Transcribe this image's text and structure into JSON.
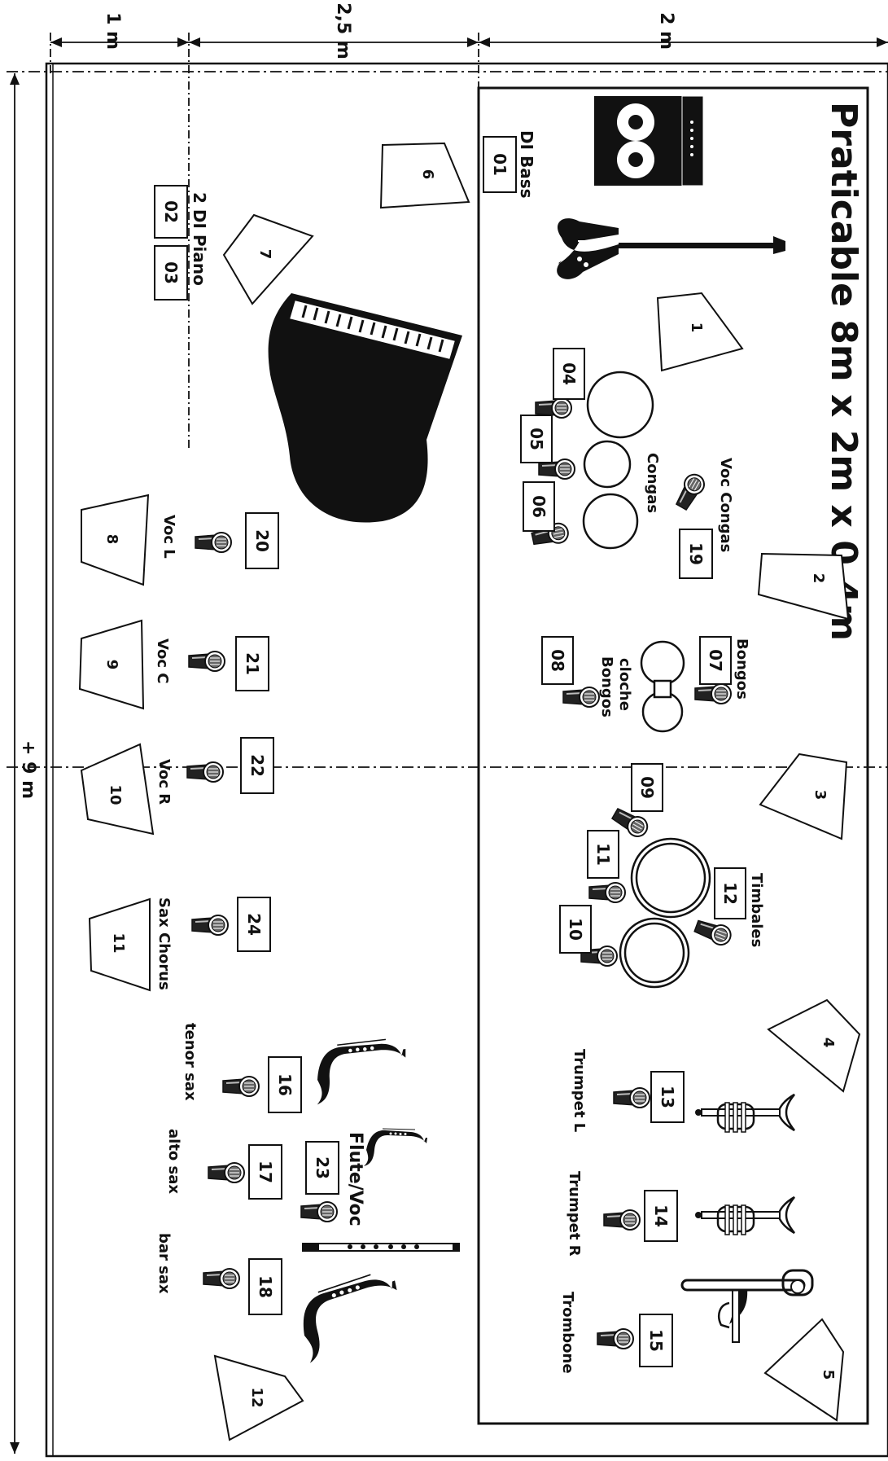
{
  "title": "Praticable 8m x 2m x 0,4m",
  "dimensions": {
    "top": [
      "1 m",
      "2,5 m",
      "2 m"
    ],
    "side": "+ 9 m"
  },
  "monitors": [
    "1",
    "2",
    "3",
    "4",
    "5",
    "6",
    "7",
    "8",
    "9",
    "10",
    "11",
    "12"
  ],
  "inputs": {
    "di_bass": "01",
    "di_piano_1": "02",
    "di_piano_2": "03",
    "congas_1": "04",
    "congas_2": "05",
    "congas_3": "06",
    "bongos_hi": "07",
    "bongos_lo": "08",
    "timbales_1": "09",
    "timbales_2": "10",
    "timbales_3": "11",
    "timbales_4": "12",
    "trumpet_l": "13",
    "trumpet_r": "14",
    "trombone": "15",
    "tenor_sax": "16",
    "alto_sax": "17",
    "bar_sax": "18",
    "voc_congas": "19",
    "voc_l": "20",
    "voc_c": "21",
    "voc_r": "22",
    "flute_voc": "23",
    "sax_chorus": "24"
  },
  "labels": {
    "di_bass": "DI Bass",
    "di_piano": "2 DI Piano",
    "congas": "Congas",
    "voc_congas": "Voc Congas",
    "bongos": "Bongos",
    "cloche_bongos_1": "cloche",
    "cloche_bongos_2": "Bongos",
    "timbales": "Timbales",
    "trumpet_l": "Trumpet L",
    "trumpet_r": "Trumpet R",
    "trombone": "Trombone",
    "voc_l": "Voc L",
    "voc_c": "Voc C",
    "voc_r": "Voc R",
    "sax_chorus": "Sax  Chorus",
    "tenor_sax": "tenor sax",
    "alto_sax": "alto sax",
    "bar_sax": "bar sax",
    "flute_voc": "Flute/Voc"
  },
  "icons": [
    "speaker-cabinet-icon",
    "bass-guitar-icon",
    "grand-piano-icon",
    "microphone-icon",
    "conga-drum-icon",
    "bongo-drum-icon",
    "timbale-drum-icon",
    "trumpet-icon",
    "trombone-icon",
    "saxophone-icon",
    "flute-icon",
    "wedge-monitor-icon"
  ]
}
